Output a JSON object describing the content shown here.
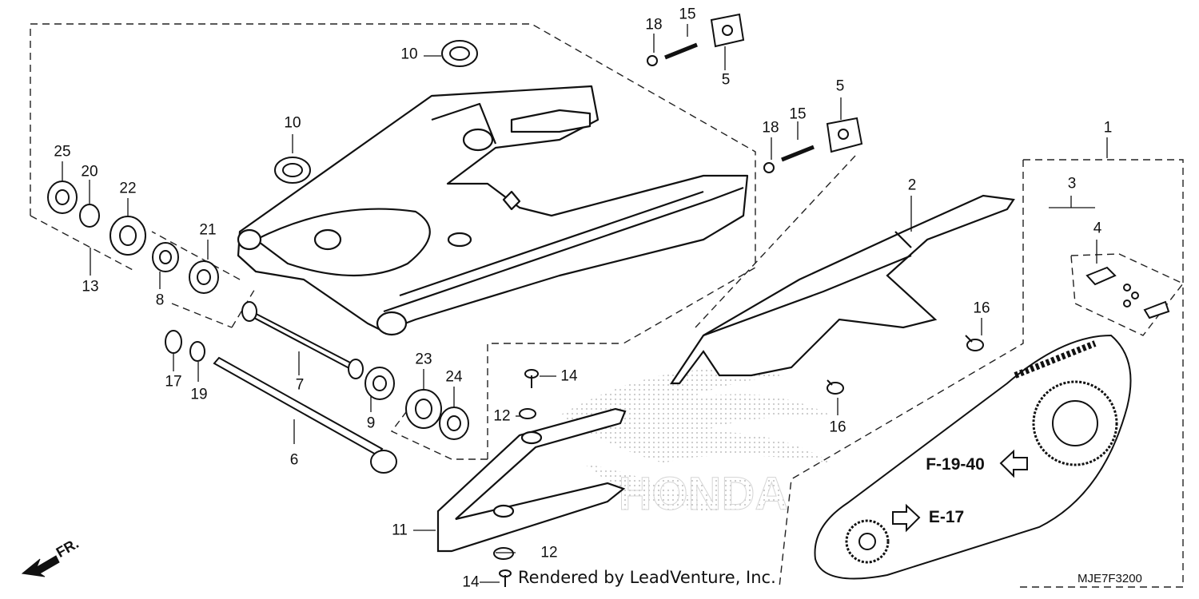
{
  "diagram": {
    "watermark": "HONDA",
    "credit": "Rendered by LeadVenture, Inc.",
    "diagram_code": "MJE7F3200",
    "front_indicator": "FR.",
    "references": {
      "f1940": "F-19-40",
      "e17": "E-17"
    },
    "callouts": {
      "c1": "1",
      "c2": "2",
      "c3": "3",
      "c4": "4",
      "c5a": "5",
      "c5b": "5",
      "c6": "6",
      "c7": "7",
      "c8": "8",
      "c9": "9",
      "c10a": "10",
      "c10b": "10",
      "c11": "11",
      "c12a": "12",
      "c12b": "12",
      "c13": "13",
      "c14a": "14",
      "c14b": "14",
      "c15a": "15",
      "c15b": "15",
      "c16a": "16",
      "c16b": "16",
      "c17": "17",
      "c18a": "18",
      "c18b": "18",
      "c19": "19",
      "c20": "20",
      "c21": "21",
      "c22": "22",
      "c23": "23",
      "c24": "24",
      "c25": "25"
    }
  }
}
